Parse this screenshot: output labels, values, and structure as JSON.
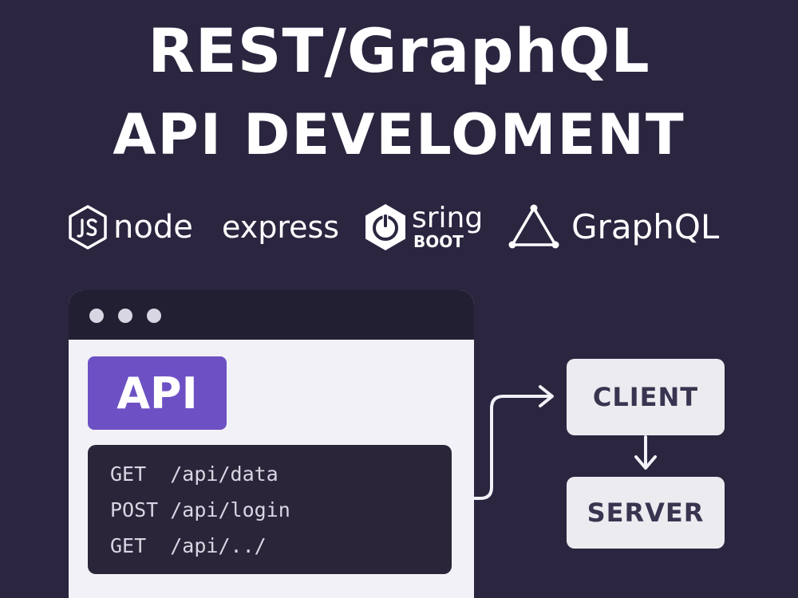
{
  "title": {
    "line1": "REST/GraphQL",
    "line2": "API DEVELOMENT"
  },
  "tech_logos": [
    {
      "icon": "nodejs-hexagon-icon",
      "label": "node"
    },
    {
      "icon": "",
      "label": "express"
    },
    {
      "icon": "spring-boot-power-icon",
      "label": "sring",
      "sublabel": "BOOT"
    },
    {
      "icon": "graphql-triangle-icon",
      "label": "GraphQL"
    }
  ],
  "browser": {
    "api_badge": "API",
    "endpoints": [
      "GET  /api/data",
      "POST /api/login",
      "GET  /api/../"
    ]
  },
  "flow": {
    "client_label": "CLIENT",
    "server_label": "SERVER"
  },
  "colors": {
    "background": "#2b2540",
    "accent": "#6d51c4",
    "window": "#f2f1f7",
    "code_bg": "#2a2538",
    "box_bg": "#ecebf0",
    "box_text": "#3a3450"
  }
}
